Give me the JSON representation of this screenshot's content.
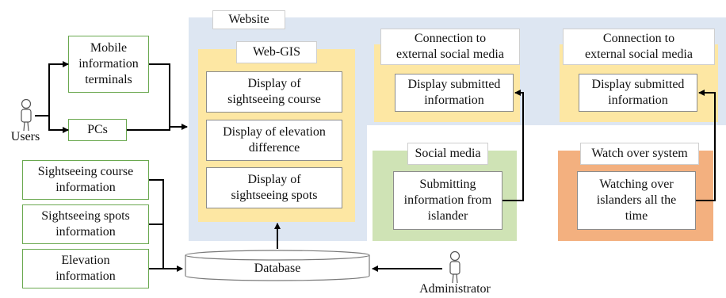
{
  "colors": {
    "website_bg": "#dde6f2",
    "yellow": "#fde7a3",
    "green": "#cfe3b5",
    "orange": "#f3b07f",
    "line": "#000000"
  },
  "website": {
    "label": "Website"
  },
  "webgis": {
    "label": "Web-GIS",
    "items": [
      "Display of\nsightseeing course",
      "Display of elevation\ndifference",
      "Display of\nsightseeing spots"
    ]
  },
  "panel1": {
    "title": "Connection to\nexternal social media",
    "box": "Display submitted\ninformation"
  },
  "panel2": {
    "title": "Connection to\nexternal social media",
    "box": "Display submitted\ninformation"
  },
  "social": {
    "label": "Social media",
    "box": "Submitting\ninformation from\nislander"
  },
  "watch": {
    "label": "Watch over system",
    "box": "Watching over\nislanders all the\ntime"
  },
  "left": {
    "mobile": "Mobile\ninformation\nterminals",
    "pcs": "PCs",
    "users": "Users",
    "course_info": "Sightseeing course\ninformation",
    "spots_info": "Sightseeing spots\ninformation",
    "elev_info": "Elevation\ninformation"
  },
  "database": {
    "label": "Database"
  },
  "administrator": {
    "label": "Administrator"
  },
  "icons": {
    "user": "person-icon",
    "admin": "person-icon"
  }
}
